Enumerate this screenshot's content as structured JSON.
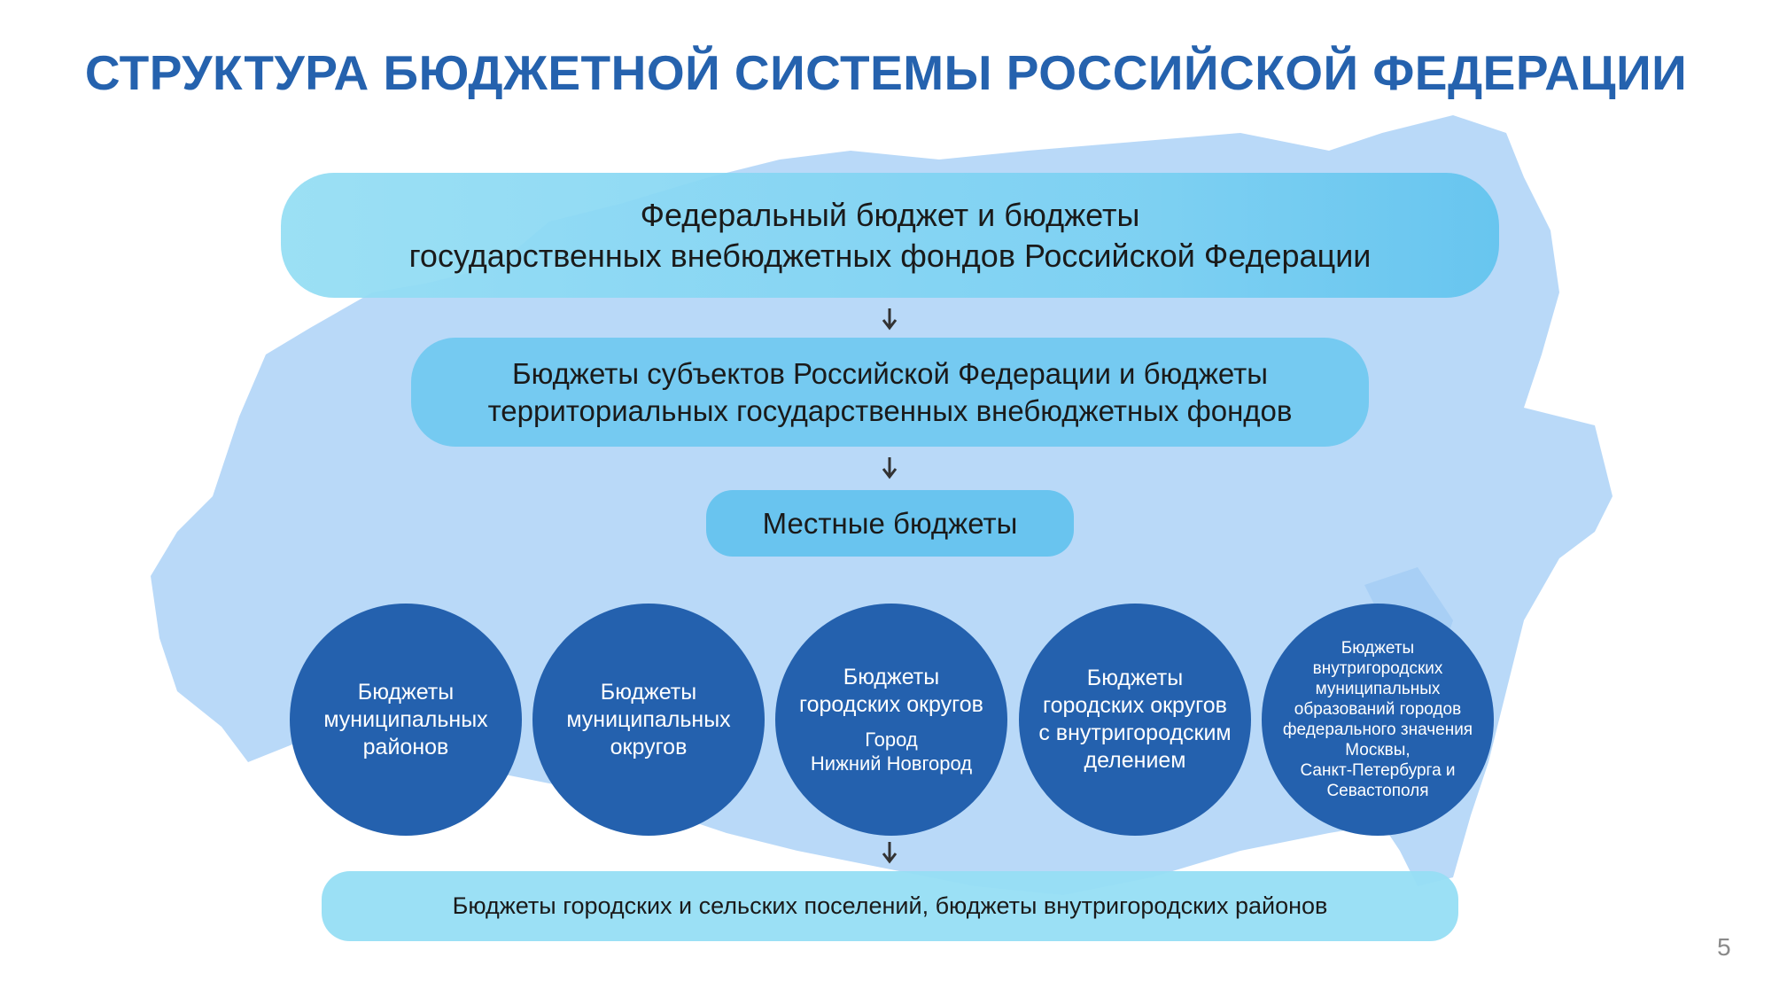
{
  "title": "СТРУКТУРА БЮДЖЕТНОЙ СИСТЕМЫ РОССИЙСКОЙ ФЕДЕРАЦИИ",
  "levels": {
    "federal": [
      "Федеральный бюджет и бюджеты",
      "государственных внебюджетных фондов Российской Федерации"
    ],
    "regional": [
      "Бюджеты субъектов Российской Федерации и бюджеты",
      "территориальных государственных внебюджетных фондов"
    ],
    "local": "Местные бюджеты",
    "settlements": "Бюджеты городских и сельских поселений, бюджеты внутригородских районов"
  },
  "circles": [
    {
      "lines": [
        "Бюджеты",
        "муниципальных",
        "районов"
      ]
    },
    {
      "lines": [
        "Бюджеты",
        "муниципальных",
        "округов"
      ]
    },
    {
      "lines": [
        "Бюджеты",
        "городских округов"
      ],
      "sub": [
        "Город",
        "Нижний Новгород"
      ]
    },
    {
      "lines": [
        "Бюджеты",
        "городских округов",
        "с внутригородским",
        "делением"
      ]
    },
    {
      "lines": [
        "Бюджеты",
        "внутригородских",
        "муниципальных",
        "образований городов",
        "федерального значения",
        "Москвы,",
        "Санкт-Петербурга и",
        "Севастополя"
      ]
    }
  ],
  "page_number": "5",
  "colors": {
    "title": "#2562ae",
    "circle": "#2461ae",
    "map": "#b9d9f8"
  }
}
